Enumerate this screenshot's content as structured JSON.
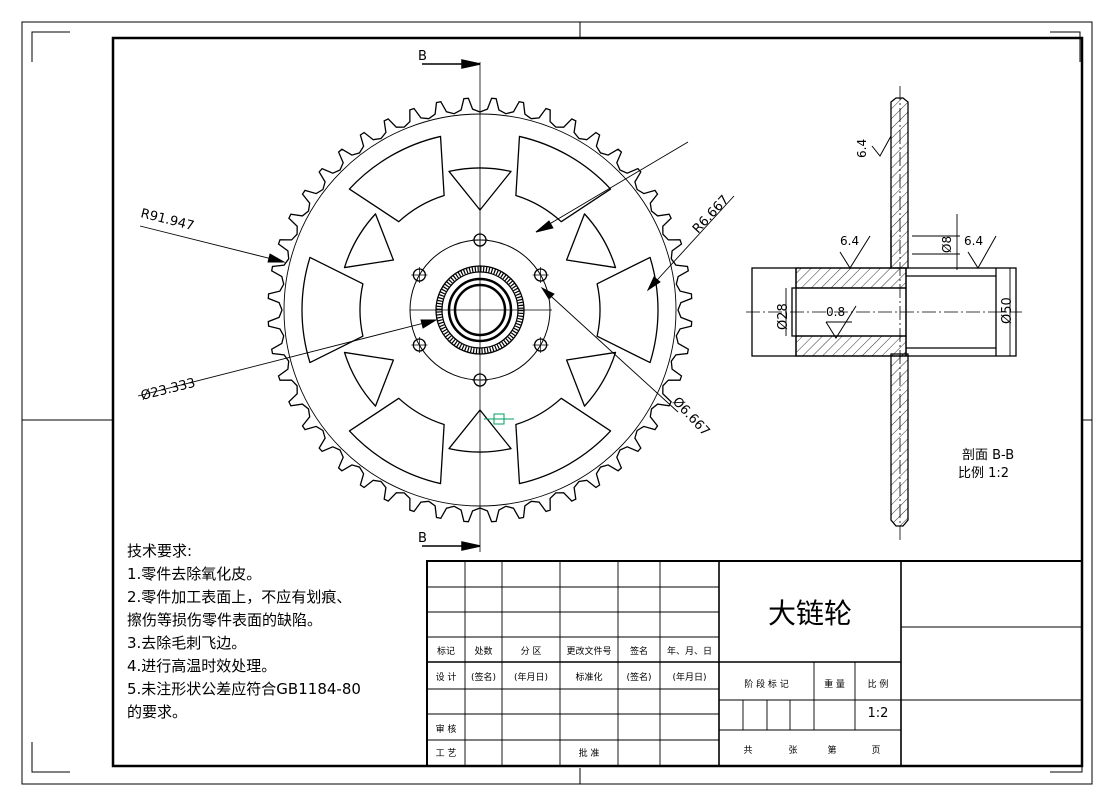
{
  "section_marker": "B",
  "dimensions": {
    "outer_radius": "R91.947",
    "inner_diameter": "Ø23.333",
    "fillet_radius": "R6.667",
    "hole_diameter": "Ø6.667",
    "bore_diameter": "Ø28",
    "hub_diameter": "Ø50",
    "shoulder_diameter": "Ø8"
  },
  "roughness": [
    "6.4",
    "6.4",
    "6.4",
    "0.8"
  ],
  "section_label": {
    "title": "剖面 B-B",
    "scale": "比例 1:2"
  },
  "tech_requirements": {
    "title": "技术要求:",
    "items": [
      "1.零件去除氧化皮。",
      "2.零件加工表面上，不应有划痕、",
      "擦伤等损伤零件表面的缺陷。",
      "3.去除毛刺飞边。",
      "4.进行高温时效处理。",
      "5.未注形状公差应符合GB1184-80",
      "的要求。"
    ]
  },
  "title_block": {
    "part_name": "大链轮",
    "header_row": [
      "标记",
      "处数",
      "分 区",
      "更改文件号",
      "签名",
      "年、月、日"
    ],
    "design_row": [
      "设 计",
      "(签名)",
      "(年月日)",
      "标准化",
      "(签名)",
      "(年月日)"
    ],
    "review": "审 核",
    "process": "工 艺",
    "approve": "批 准",
    "stage_headers": [
      "阶 段 标 记",
      "重 量",
      "比 例"
    ],
    "scale": "1:2",
    "sheet": [
      "共",
      "张",
      "第",
      "页"
    ]
  }
}
